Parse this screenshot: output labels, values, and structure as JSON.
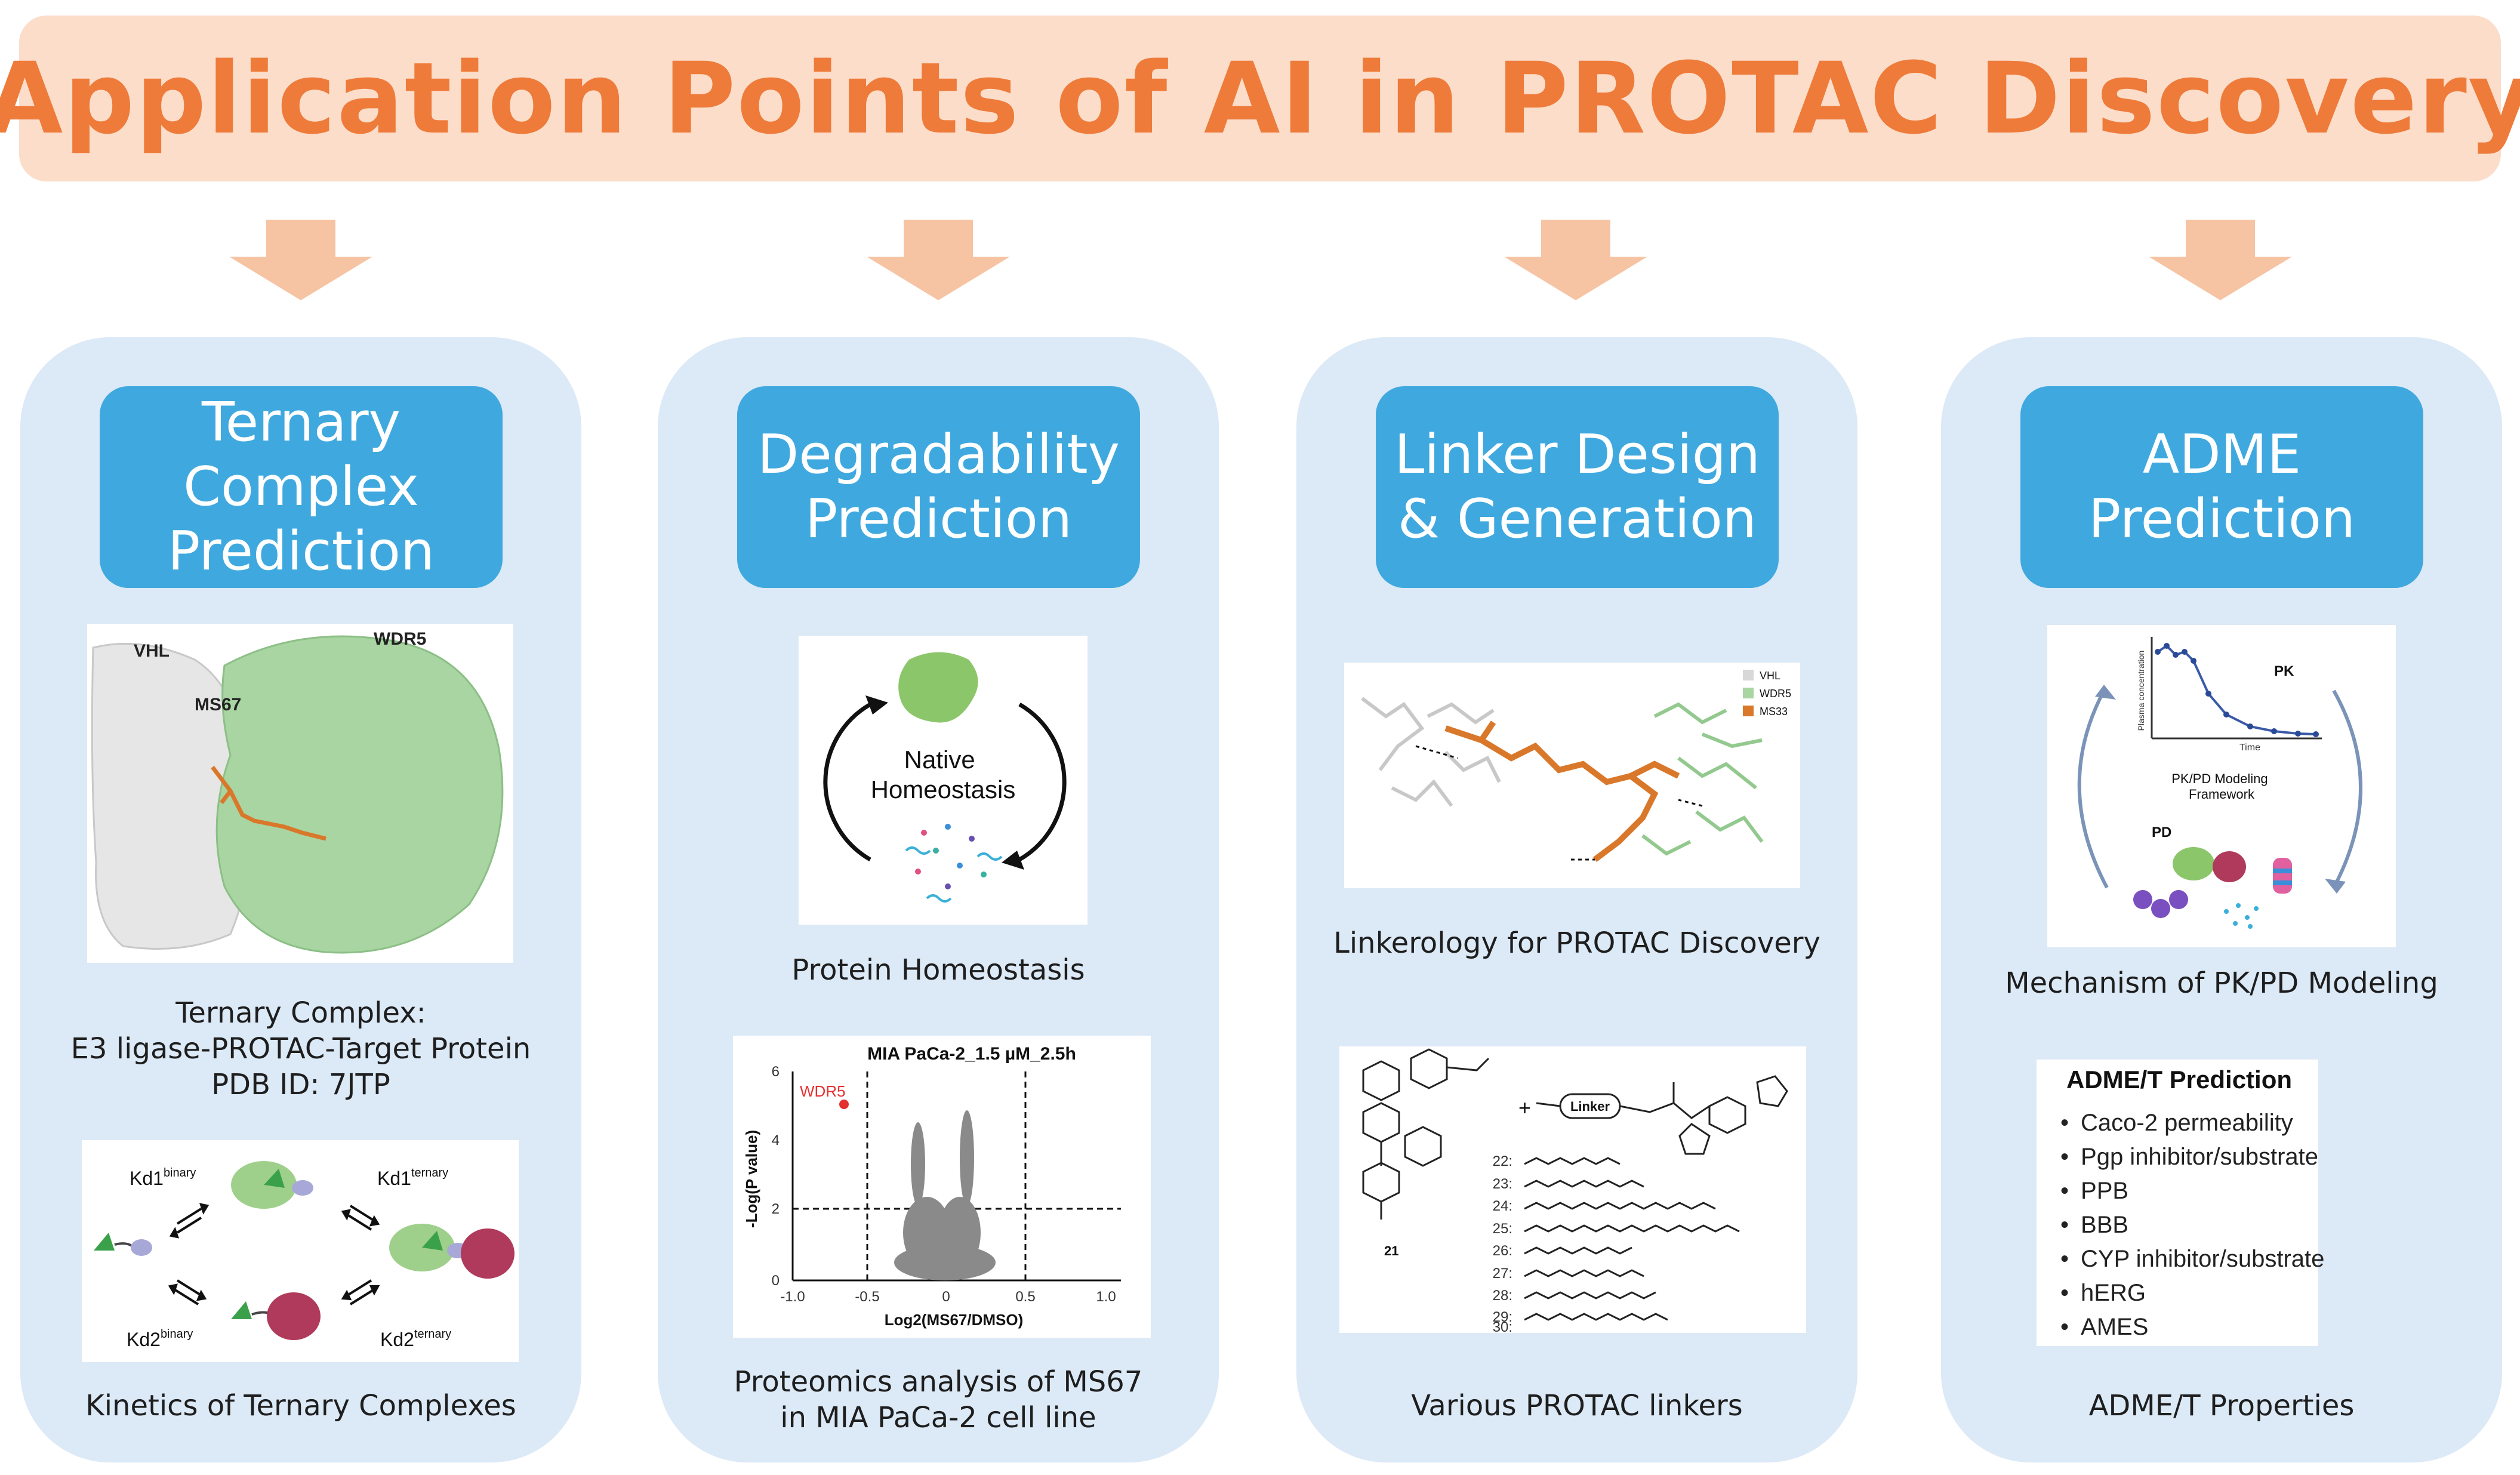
{
  "title": "Application Points of AI in PROTAC Discovery",
  "colors": {
    "banner_bg": "#fbddca",
    "banner_text": "#ee7b3a",
    "arrow": "#f6c3a3",
    "column_bg": "#dce9f6",
    "pill_bg": "#3fa9df",
    "pill_text": "#ffffff",
    "protein_green": "#a8d5a2",
    "linker_orange": "#d9782a",
    "target_red": "#b03a5c"
  },
  "columns": [
    {
      "heading": "Ternary\nComplex\nPrediction",
      "figure1": {
        "labels": [
          "VHL",
          "WDR5",
          "MS67"
        ]
      },
      "caption1": "Ternary Complex:\nE3 ligase-PROTAC-Target Protein\nPDB ID: 7JTP",
      "figure2": {
        "labels": [
          "Kd1",
          "binary",
          "Kd1",
          "ternary",
          "Kd2",
          "binary",
          "Kd2",
          "ternary"
        ]
      },
      "caption2": "Kinetics of Ternary Complexes"
    },
    {
      "heading": "Degradability\nPrediction",
      "figure1": {
        "text": "Native\nHomeostasis"
      },
      "caption1": "Protein Homeostasis",
      "figure2": {
        "title": "MIA PaCa-2_1.5 µM_2.5h",
        "xlabel": "Log2(MS67/DMSO)",
        "ylabel": "-Log(P value)",
        "highlight": "WDR5",
        "xticks": [
          "-1.0",
          "-0.5",
          "0",
          "0.5",
          "1.0"
        ],
        "yticks": [
          "0",
          "2",
          "4",
          "6"
        ]
      },
      "caption2": "Proteomics analysis of MS67\nin MIA PaCa-2 cell line"
    },
    {
      "heading": "Linker Design\n& Generation",
      "figure1": {
        "legend": [
          "VHL",
          "WDR5",
          "MS33"
        ]
      },
      "caption1": "Linkerology for PROTAC Discovery",
      "figure2": {
        "labels": [
          "Linker",
          "21",
          "22:",
          "23:",
          "24:",
          "25:",
          "26:",
          "27:",
          "28:",
          "29:",
          "30:"
        ]
      },
      "caption2": "Various PROTAC linkers"
    },
    {
      "heading": "ADME\nPrediction",
      "figure1": {
        "labels": [
          "PK",
          "PK/PD Modeling\nFramework",
          "PD",
          "Time",
          "Plasma concentration"
        ]
      },
      "caption1": "Mechanism of PK/PD Modeling",
      "adme": {
        "title": "ADME/T Prediction",
        "items": [
          "Caco-2 permeability",
          "Pgp inhibitor/substrate",
          "PPB",
          "BBB",
          "CYP inhibitor/substrate",
          "hERG",
          "AMES"
        ]
      },
      "caption2": "ADME/T Properties"
    }
  ]
}
